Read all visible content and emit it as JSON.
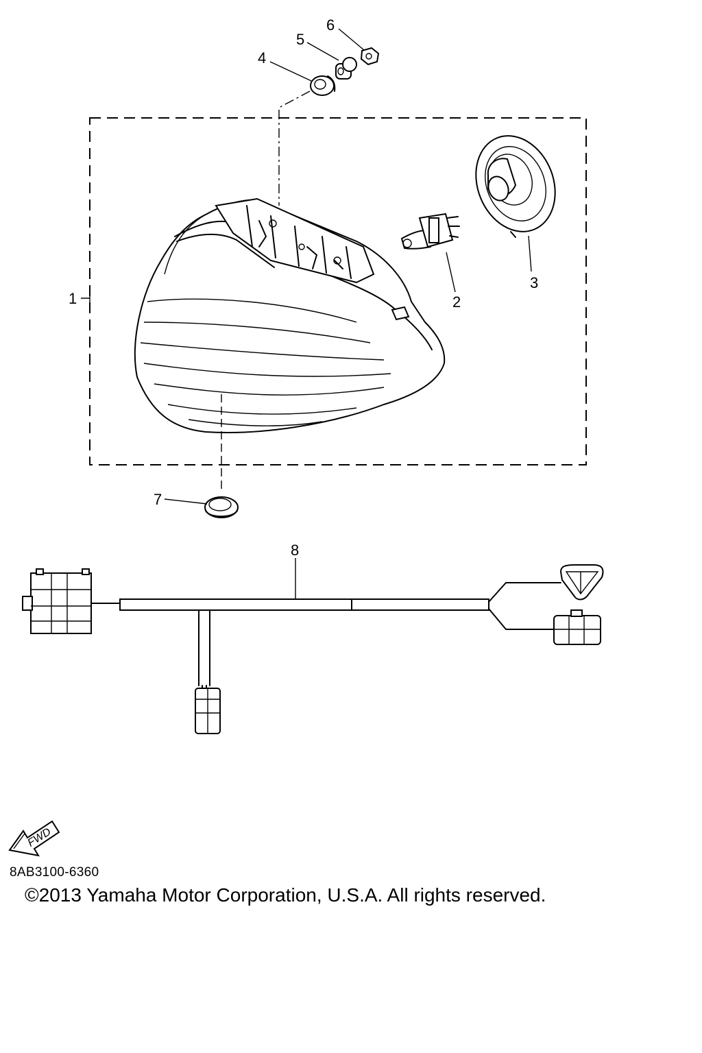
{
  "callouts": [
    {
      "number": "1",
      "part": "headlight-assembly"
    },
    {
      "number": "2",
      "part": "bulb"
    },
    {
      "number": "3",
      "part": "socket-cover"
    },
    {
      "number": "4",
      "part": "grommet"
    },
    {
      "number": "5",
      "part": "collar"
    },
    {
      "number": "6",
      "part": "nut"
    },
    {
      "number": "7",
      "part": "cap"
    },
    {
      "number": "8",
      "part": "wire-harness"
    }
  ],
  "orientation_badge": "FWD",
  "part_code": "8AB3100-6360",
  "copyright": "©2013 Yamaha Motor Corporation, U.S.A. All rights reserved."
}
